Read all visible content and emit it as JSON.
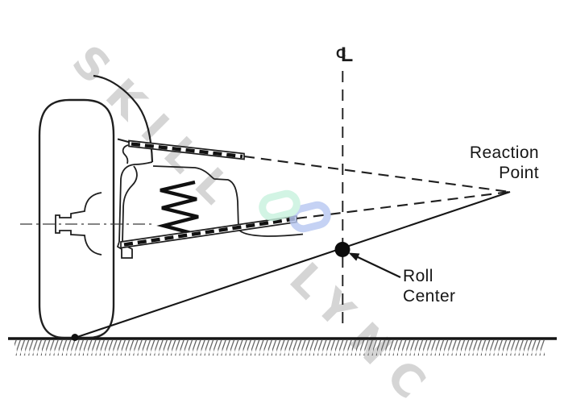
{
  "watermark": {
    "word1": "SKILL",
    "word2": "LYNC"
  },
  "logo": {
    "name": "skill-lync-chain-link-logo",
    "green": "#c9f2df",
    "blue": "#b9c9f2"
  },
  "labels": {
    "centerline_c": "C",
    "centerline_l": "L",
    "reaction_point": {
      "line1": "Reaction",
      "line2": "Point"
    },
    "roll_center": {
      "line1": "Roll",
      "line2": "Center"
    }
  },
  "colors": {
    "ink": "#1f1f1f",
    "background": "#ffffff",
    "watermark_gray": "#d5d5d5"
  }
}
